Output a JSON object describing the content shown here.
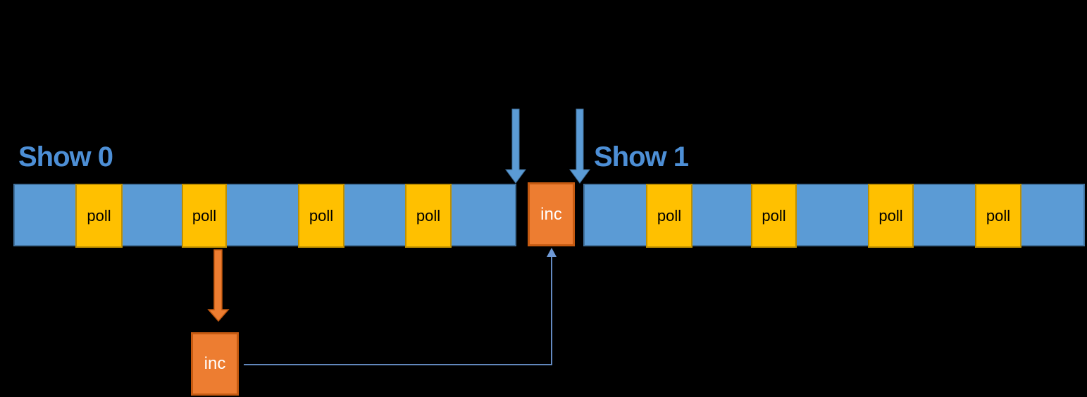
{
  "diagram": {
    "description": "Timeline diagram of two show executions with poll blocks and an inc block between them; the inc step is expanded below via an orange arrow and linked back with a thin blue connector arrow.",
    "show0": {
      "label": "Show 0",
      "polls": [
        {
          "label": "poll"
        },
        {
          "label": "poll"
        },
        {
          "label": "poll"
        },
        {
          "label": "poll"
        }
      ]
    },
    "show1": {
      "label": "Show 1",
      "polls": [
        {
          "label": "poll"
        },
        {
          "label": "poll"
        },
        {
          "label": "poll"
        },
        {
          "label": "poll"
        }
      ]
    },
    "inc_timeline": {
      "label": "inc"
    },
    "inc_detail": {
      "label": "inc"
    },
    "icons": {
      "show0_end_marker": "down-arrow-icon",
      "show1_start_marker": "down-arrow-icon",
      "zoom_out_marker": "down-arrow-icon",
      "return_connector": "elbow-up-arrow-icon"
    }
  },
  "colors": {
    "background": "#000000",
    "timeline_fill": "#5B9BD5",
    "timeline_border": "#41719C",
    "poll_fill": "#FFC000",
    "poll_border": "#BF9000",
    "inc_fill": "#ED7D31",
    "inc_border": "#C55A11",
    "label_text": "#4D8FD6",
    "poll_text": "#000000",
    "inc_text": "#FFFFFF",
    "connector": "#6F9AD6"
  }
}
